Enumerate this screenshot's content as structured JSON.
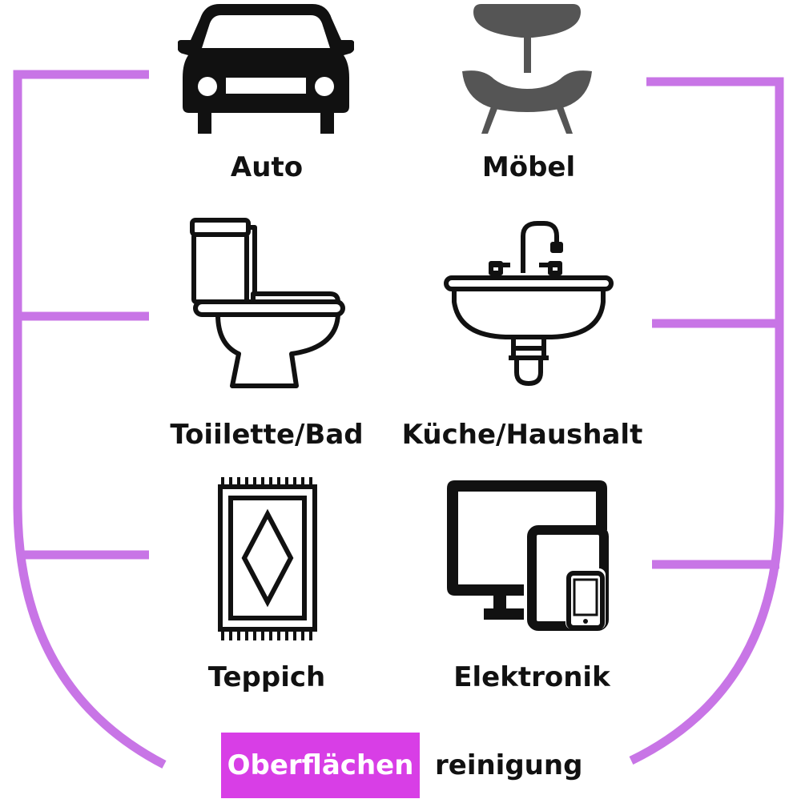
{
  "colors": {
    "frame": "#c875e6",
    "highlight_bg": "#d83ee6",
    "highlight_text": "#ffffff",
    "icon": "#111111",
    "chair_icon": "#555555"
  },
  "items": [
    {
      "label": "Auto",
      "icon": "car-icon"
    },
    {
      "label": "Möbel",
      "icon": "chair-icon"
    },
    {
      "label": "Toiilette/Bad",
      "icon": "toilet-icon"
    },
    {
      "label": "Küche/Haushalt",
      "icon": "sink-icon"
    },
    {
      "label": "Teppich",
      "icon": "rug-icon"
    },
    {
      "label": "Elektronik",
      "icon": "devices-icon"
    }
  ],
  "footer": {
    "highlight_text": "Oberflächen",
    "suffix_text": "reinigung"
  }
}
